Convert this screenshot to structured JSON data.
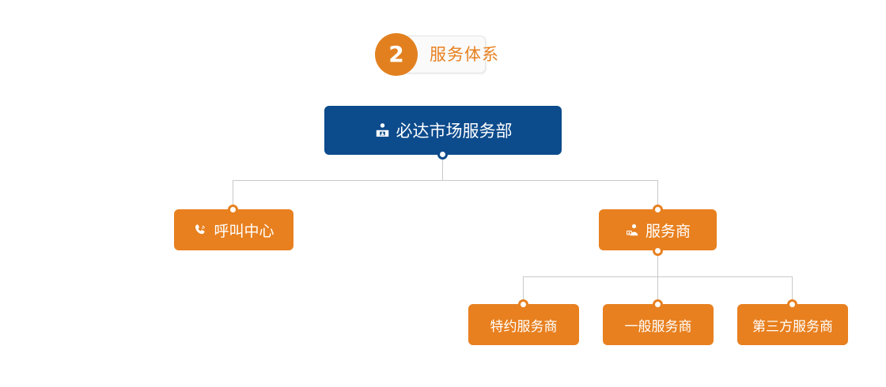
{
  "section": {
    "number": "2",
    "title": "服务体系"
  },
  "colors": {
    "primary_blue": "#0c4b8c",
    "accent_orange": "#e8801f",
    "connector_gray": "#c9c9c9",
    "label_box_bg": "#fafafa"
  },
  "chart_data": {
    "type": "diagram",
    "subtype": "org-chart",
    "title": "服务体系",
    "nodes": [
      {
        "id": "root",
        "label": "必达市场服务部",
        "level": 0,
        "color": "#0c4b8c",
        "icon": "user-card-icon"
      },
      {
        "id": "call",
        "label": "呼叫中心",
        "level": 1,
        "color": "#e8801f",
        "icon": "phone-ring-icon"
      },
      {
        "id": "svc",
        "label": "服务商",
        "level": 1,
        "color": "#e8801f",
        "icon": "user-badge-icon"
      },
      {
        "id": "svc-a",
        "label": "特约服务商",
        "level": 2,
        "color": "#e8801f",
        "icon": ""
      },
      {
        "id": "svc-b",
        "label": "一般服务商",
        "level": 2,
        "color": "#e8801f",
        "icon": ""
      },
      {
        "id": "svc-c",
        "label": "第三方服务商",
        "level": 2,
        "color": "#e8801f",
        "icon": ""
      }
    ],
    "edges": [
      {
        "from": "root",
        "to": "call"
      },
      {
        "from": "root",
        "to": "svc"
      },
      {
        "from": "svc",
        "to": "svc-a"
      },
      {
        "from": "svc",
        "to": "svc-b"
      },
      {
        "from": "svc",
        "to": "svc-c"
      }
    ]
  }
}
